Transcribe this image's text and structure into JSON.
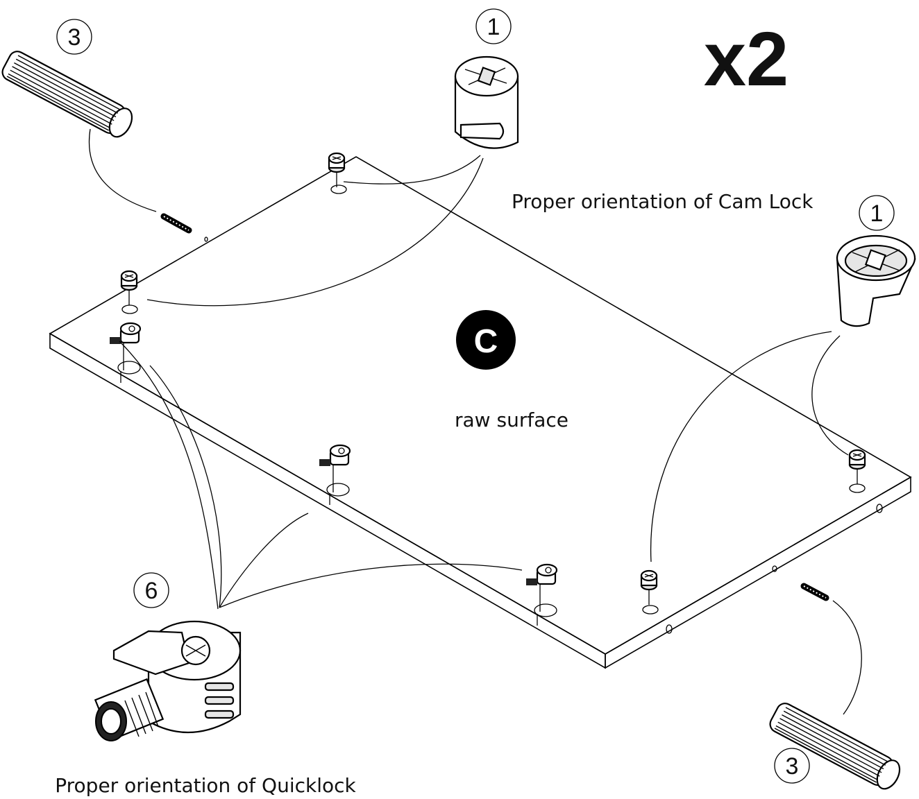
{
  "multiplier": "x2",
  "panel": {
    "letter": "C",
    "surface_label": "raw surface"
  },
  "captions": {
    "cam_lock": "Proper orientation of Cam Lock",
    "quicklock": "Proper orientation of Quicklock"
  },
  "callouts": {
    "dowel_top": "3",
    "cam_lock_top": "1",
    "cam_lock_right": "1",
    "quicklock": "6",
    "dowel_bottom": "3"
  }
}
